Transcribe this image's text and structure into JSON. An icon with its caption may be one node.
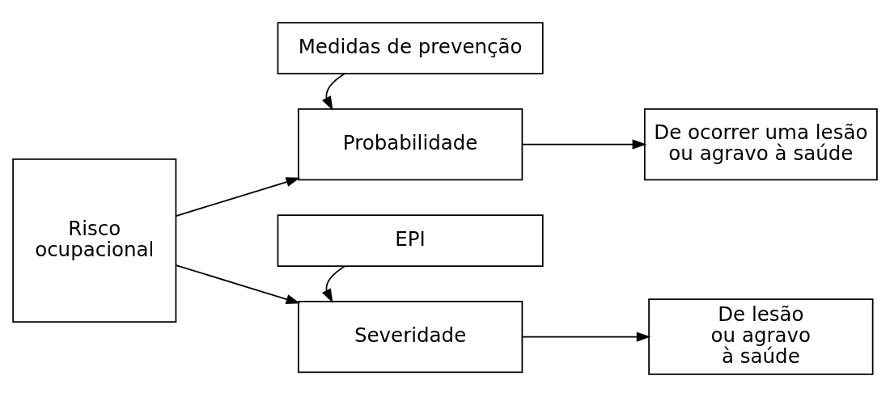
{
  "diagram": {
    "nodes": [
      {
        "text": [
          "Medidas de prevenção"
        ]
      },
      {
        "text": [
          "Risco ocupacional"
        ]
      },
      {
        "text": [
          "Probabilidade"
        ]
      },
      {
        "text": [
          "De ocorrer uma lesão ou agravo à saúde"
        ]
      },
      {
        "text": [
          "Severidade"
        ]
      },
      {
        "text": [
          "De lesão ou agravo à saúde"
        ]
      },
      {
        "text": [
          "EPI"
        ]
      }
    ],
    "edges": [
      {
        "from": 0,
        "to": 2,
        "arrow": "to"
      },
      {
        "from": 1,
        "to": 2,
        "arrow": "to"
      },
      {
        "from": 1,
        "to": 4,
        "arrow": "to"
      },
      {
        "from": 2,
        "to": 3,
        "arrow": "to"
      },
      {
        "from": 4,
        "to": 5,
        "arrow": "to"
      },
      {
        "from": 6,
        "to": 4,
        "arrow": "to"
      }
    ]
  }
}
